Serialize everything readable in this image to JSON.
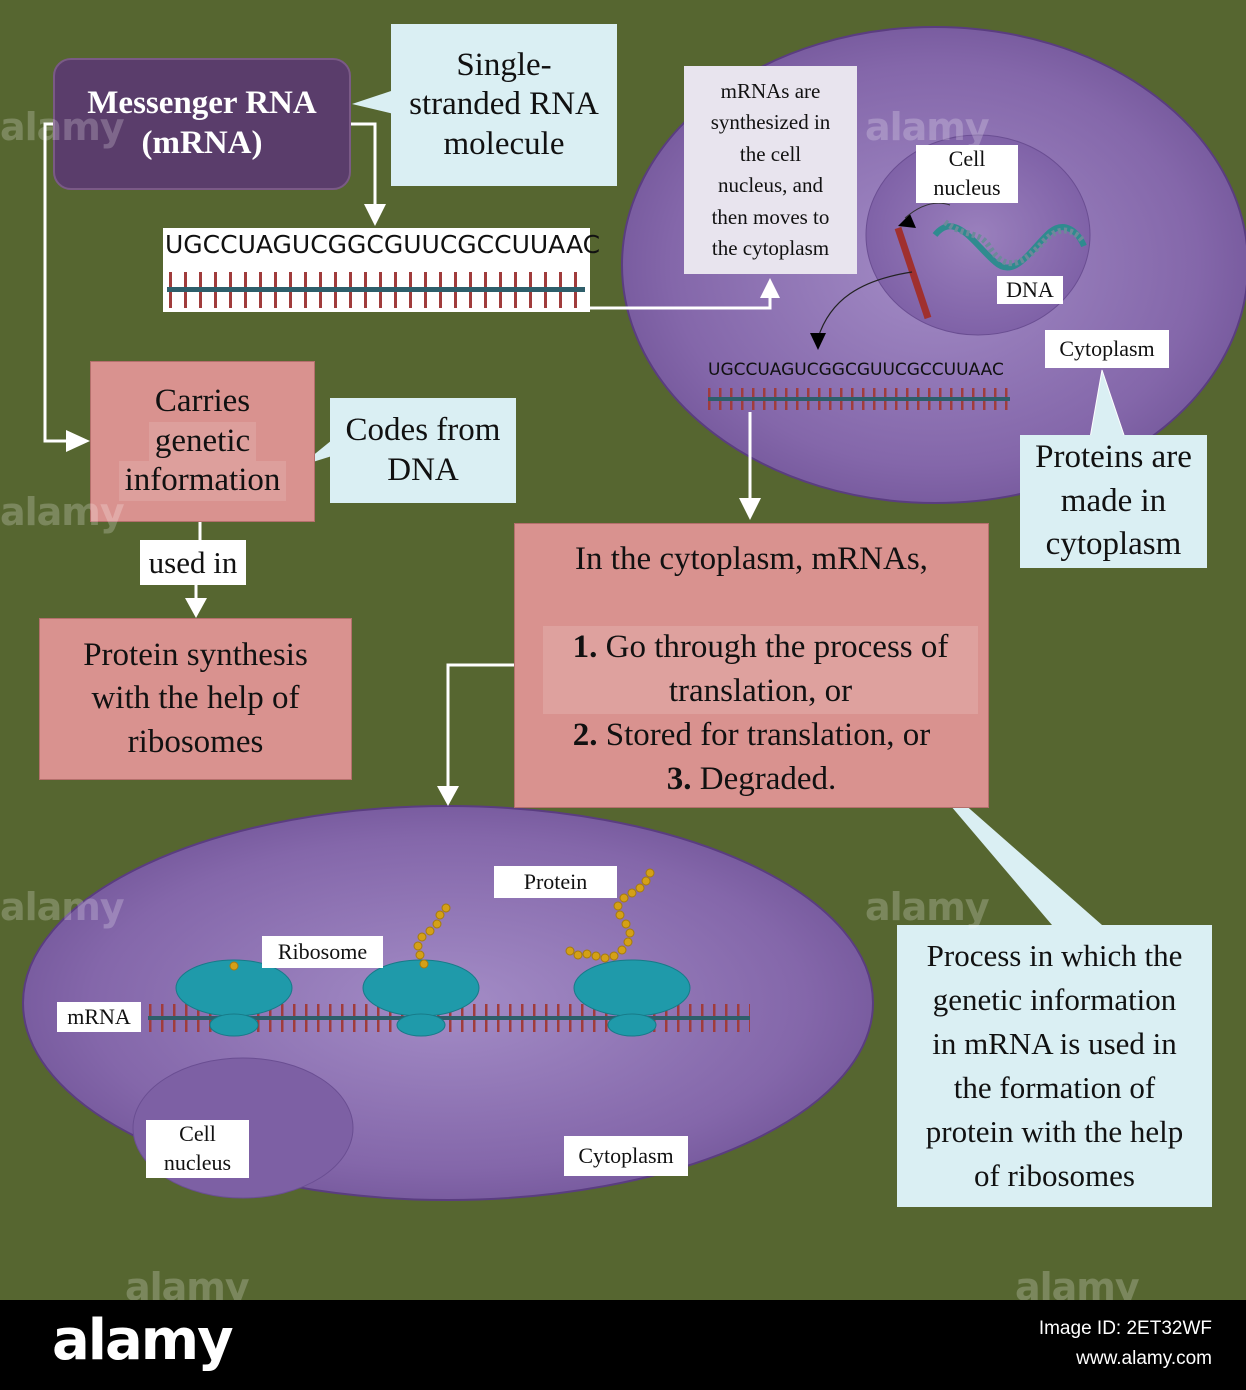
{
  "title_box": {
    "line1": "Messenger RNA",
    "line2": "(mRNA)"
  },
  "callout_single_stranded": {
    "line1": "Single-",
    "line2": "stranded RNA",
    "line3": "molecule"
  },
  "sequence_top": "UGCCUAGUCGGCGUUCGCCUUAAC",
  "sequence_cell": "UGCCUAGUCGGCGUUCGCCUUAAC",
  "nucleus_callout": {
    "line1": "mRNAs are",
    "line2": "synthesized in",
    "line3": "the cell",
    "line4": "nucleus, and",
    "line5": "then moves to",
    "line6": "the cytoplasm"
  },
  "top_cell": {
    "nucleus_line1": "Cell",
    "nucleus_line2": "nucleus",
    "dna": "DNA",
    "cytoplasm": "Cytoplasm"
  },
  "carries_box": {
    "line1": "Carries",
    "line2": "genetic",
    "line3": "information"
  },
  "codes_callout": {
    "line1": "Codes from",
    "line2": "DNA"
  },
  "used_in": "used in",
  "protein_synthesis": {
    "line1": "Protein synthesis",
    "line2": "with the help of",
    "line3": "ribosomes"
  },
  "proteins_made": {
    "line1": "Proteins are",
    "line2": "made in",
    "line3": "cytoplasm"
  },
  "cytoplasm_box": {
    "heading": "In the cytoplasm, mRNAs,",
    "item1_num": "1.",
    "item1_text": " Go through the process of",
    "item1_cont": "translation, or",
    "item2_num": "2.",
    "item2_text": " Stored for translation, or",
    "item3_num": "3.",
    "item3_text": " Degraded."
  },
  "bottom_cell": {
    "protein": "Protein",
    "ribosome": "Ribosome",
    "mrna": "mRNA",
    "nucleus_line1": "Cell",
    "nucleus_line2": "nucleus",
    "cytoplasm": "Cytoplasm"
  },
  "translation_def": {
    "line1": "Process in which the",
    "line2": "genetic information",
    "line3": "in mRNA is used in",
    "line4": "the formation of",
    "line5": "protein with the help",
    "line6": "of ribosomes"
  },
  "footer": {
    "brand": "alamy",
    "image_id": "Image ID: 2ET32WF",
    "site": "www.alamy.com",
    "watermark": "alamy"
  },
  "colors": {
    "background": "#566630",
    "title_box": "#5a3d6b",
    "light_blue": "#daeff3",
    "pink": "#d9928f",
    "cell": "#8b6fae",
    "ribosome": "#1f9aaa",
    "protein": "#d4a017",
    "rna_tick": "#a03c3c",
    "rna_backbone": "#2e5e6a"
  }
}
